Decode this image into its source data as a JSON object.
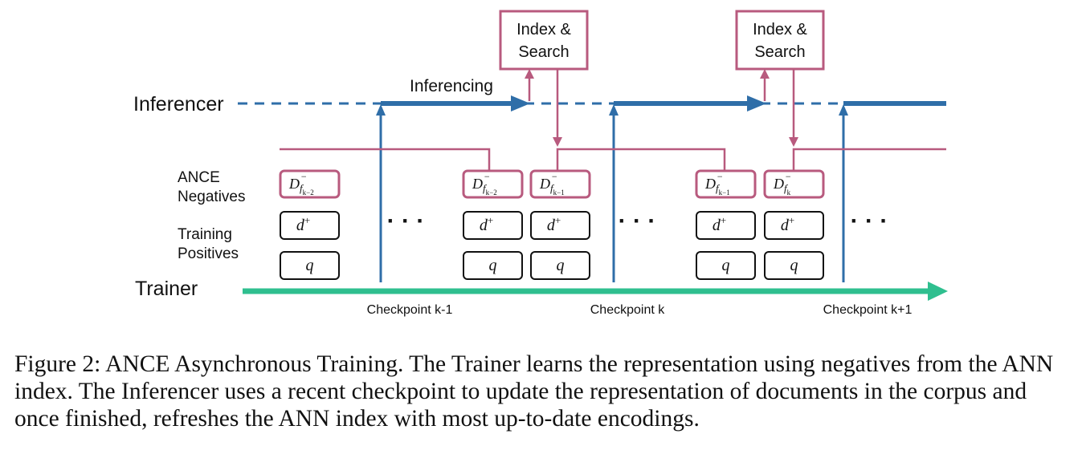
{
  "colors": {
    "pink": "#b85a7e",
    "blue": "#2f6ea8",
    "green": "#2fbf8f",
    "dark": "#111111"
  },
  "labels": {
    "inferencer": "Inferencer",
    "trainer": "Trainer",
    "inferencing": "Inferencing",
    "ance_negatives_1": "ANCE",
    "ance_negatives_2": "Negatives",
    "training_positives_1": "Training",
    "training_positives_2": "Positives",
    "index_search_1": "Index &",
    "index_search_2": "Search",
    "ellipsis": "· · ·"
  },
  "checkpoints": [
    "Checkpoint k-1",
    "Checkpoint k",
    "Checkpoint k+1"
  ],
  "batches": [
    {
      "neg_sub": "k−2",
      "pos": "d",
      "q": "q"
    },
    {
      "neg_sub": "k−2",
      "pos": "d",
      "q": "q"
    },
    {
      "neg_sub": "k−1",
      "pos": "d",
      "q": "q"
    },
    {
      "neg_sub": "k−1",
      "pos": "d",
      "q": "q"
    },
    {
      "neg_sub": "k",
      "pos": "d",
      "q": "q"
    }
  ],
  "math": {
    "neg_D": "D",
    "neg_sup": "−",
    "neg_f": "f",
    "pos_sup": "+"
  },
  "caption": "Figure 2: ANCE Asynchronous Training. The Trainer learns the representation using negatives from the ANN index. The Inferencer uses a recent checkpoint to update the representation of documents in the corpus and once finished, refreshes the ANN index with most up-to-date encodings."
}
